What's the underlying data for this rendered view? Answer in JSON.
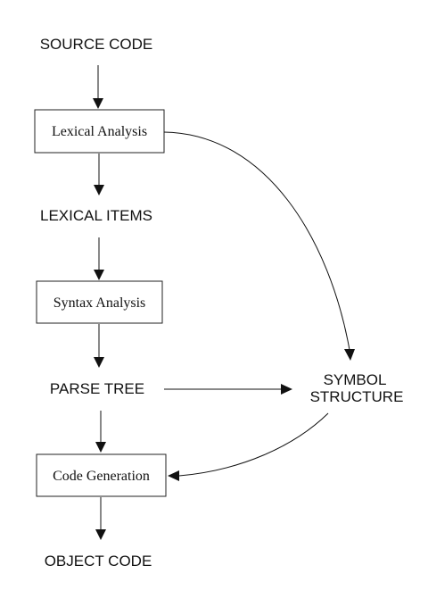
{
  "diagram": {
    "nodes": {
      "source_code": "SOURCE CODE",
      "lexical_analysis": "Lexical Analysis",
      "lexical_items": "LEXICAL ITEMS",
      "syntax_analysis": "Syntax Analysis",
      "parse_tree": "PARSE TREE",
      "symbol_structure_line1": "SYMBOL",
      "symbol_structure_line2": "STRUCTURE",
      "code_generation": "Code Generation",
      "object_code": "OBJECT CODE"
    },
    "edges": [
      {
        "from": "source_code",
        "to": "lexical_analysis"
      },
      {
        "from": "lexical_analysis",
        "to": "lexical_items"
      },
      {
        "from": "lexical_items",
        "to": "syntax_analysis"
      },
      {
        "from": "syntax_analysis",
        "to": "parse_tree"
      },
      {
        "from": "parse_tree",
        "to": "code_generation"
      },
      {
        "from": "code_generation",
        "to": "object_code"
      },
      {
        "from": "lexical_analysis",
        "to": "symbol_structure"
      },
      {
        "from": "parse_tree",
        "to": "symbol_structure"
      },
      {
        "from": "symbol_structure",
        "to": "code_generation"
      }
    ],
    "colors": {
      "ink": "#111111",
      "box_fill": "#ffffff",
      "background": "#ffffff"
    }
  }
}
